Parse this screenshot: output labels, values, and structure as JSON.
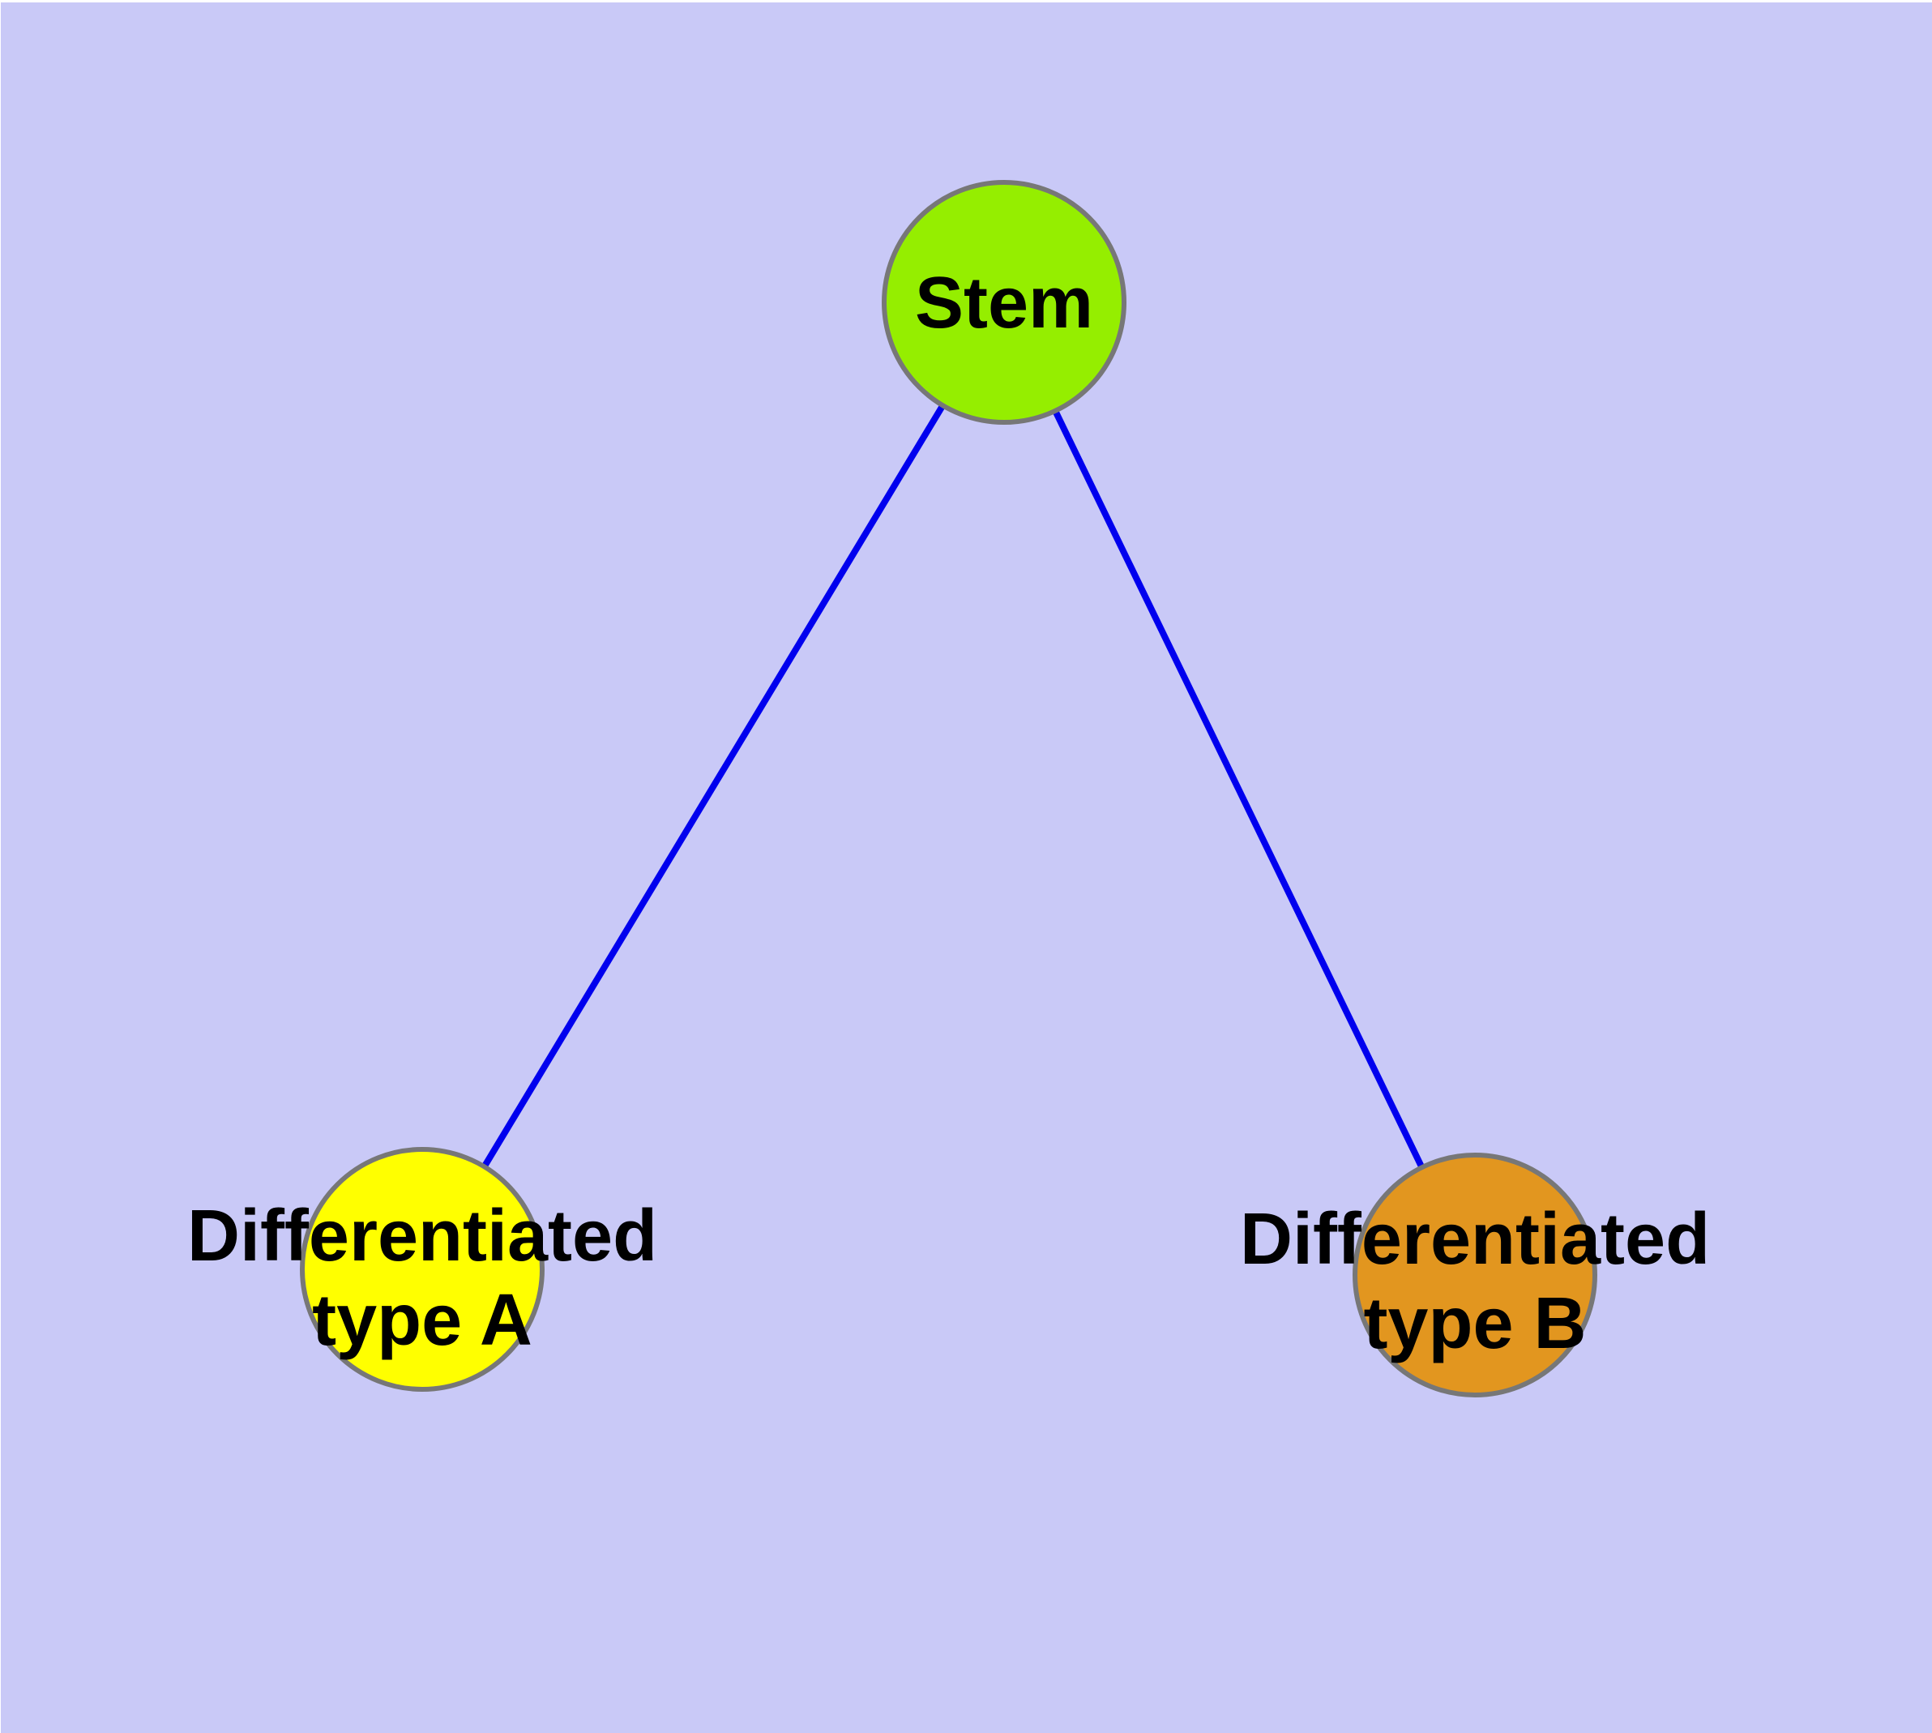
{
  "canvas": {
    "background_color": "#C9C9F7",
    "margin_color": "#FFFFFF"
  },
  "graph": {
    "nodes": [
      {
        "id": "stem",
        "label": "Stem",
        "fill": "#95EE00",
        "border_color": "#777777"
      },
      {
        "id": "differentiated-type-a",
        "label_line1": "Differentiated",
        "label_line2": "type A",
        "fill": "#FFFF00",
        "border_color": "#777777"
      },
      {
        "id": "differentiated-type-b",
        "label_line1": "Differentiated",
        "label_line2": "type B",
        "fill": "#E2961F",
        "border_color": "#777777"
      }
    ],
    "edges": [
      {
        "from": "Stem",
        "to": "Differentiated type A",
        "color": "#0000EE"
      },
      {
        "from": "Stem",
        "to": "Differentiated type B",
        "color": "#0000EE"
      }
    ],
    "text_color": "#000000"
  }
}
